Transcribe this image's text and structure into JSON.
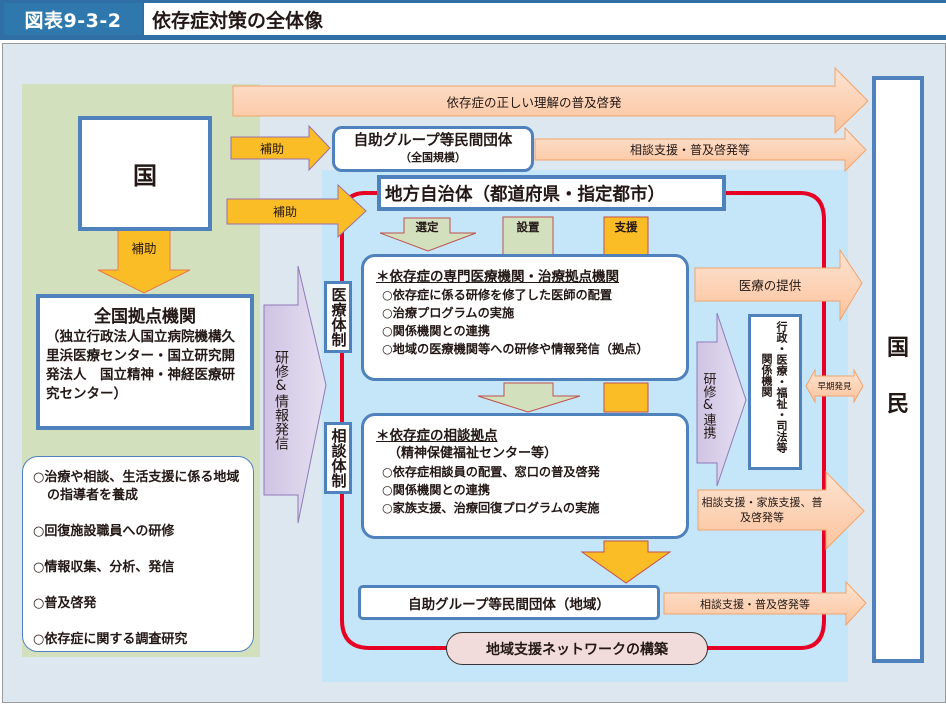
{
  "header": {
    "figure_number": "図表9-3-2",
    "title": "依存症対策の全体像"
  },
  "nodes": {
    "kuni": "国",
    "zenkoku_kyoten": {
      "title": "全国拠点機関",
      "description": "（独立行政法人国立病院機構久里浜医療センター・国立研究開発法人　国立精神・神経医療研究センター）"
    },
    "kyoten_roles": [
      "○治療や相談、生活支援に係る地域の指導者を養成",
      "○回復施設職員への研修",
      "○情報収集、分析、発信",
      "○普及啓発",
      "○依存症に関する調査研究"
    ],
    "national_self_help": {
      "title": "自助グループ等民間団体",
      "subtitle": "（全国規模）"
    },
    "local_government": "地方自治体（都道府県・指定都市）",
    "medical_system_label": "医療体制",
    "medical_box": {
      "title": "＊依存症の専門医療機関・治療拠点機関",
      "items": [
        "○依存症に係る研修を修了した医師の配置",
        "○治療プログラムの実施",
        "○関係機関との連携",
        "○地域の医療機関等への研修や情報発信（拠点）"
      ]
    },
    "consult_system_label": "相談体制",
    "consult_box": {
      "title": "＊依存症の相談拠点",
      "subtitle": "（精神保健福祉センター等）",
      "items": [
        "○依存症相談員の配置、窓口の普及啓発",
        "○関係機関との連携",
        "○家族支援、治療回復プログラムの実施"
      ]
    },
    "local_self_help": "自助グループ等民間団体（地域）",
    "network": "地域支援ネットワークの構築",
    "related_agencies": {
      "col1": "行政・医療・福祉・司法等",
      "col2": "関係機関"
    },
    "kokumin": [
      "国",
      "民"
    ]
  },
  "arrows": {
    "awareness": "依存症の正しい理解の普及啓発",
    "subsidy_1": "補助",
    "subsidy_2": "補助",
    "subsidy_3": "補助",
    "consult_support_1": "相談支援・普及啓発等",
    "selection": "選定",
    "establishment": "設置",
    "support": "支援",
    "training_info": "研修&情報発信",
    "training_coop": "研修&連携",
    "medical_provision": "医療の提供",
    "early_detection": "早期発見",
    "consult_family": "相談支援・家族支援、普及啓発等",
    "consult_support_2": "相談支援・普及啓発等"
  },
  "colors": {
    "header_blue": "#2f6fa6",
    "box_border_blue": "#4f81bd",
    "subsidy_orange": "#fbbd26",
    "peach_arrow": "#fcd2b4",
    "network_red": "#e60023",
    "purple_arrow": "#d9cfe9",
    "green_panel": "#d3e0be",
    "light_blue_panel": "#c5e6f8"
  }
}
